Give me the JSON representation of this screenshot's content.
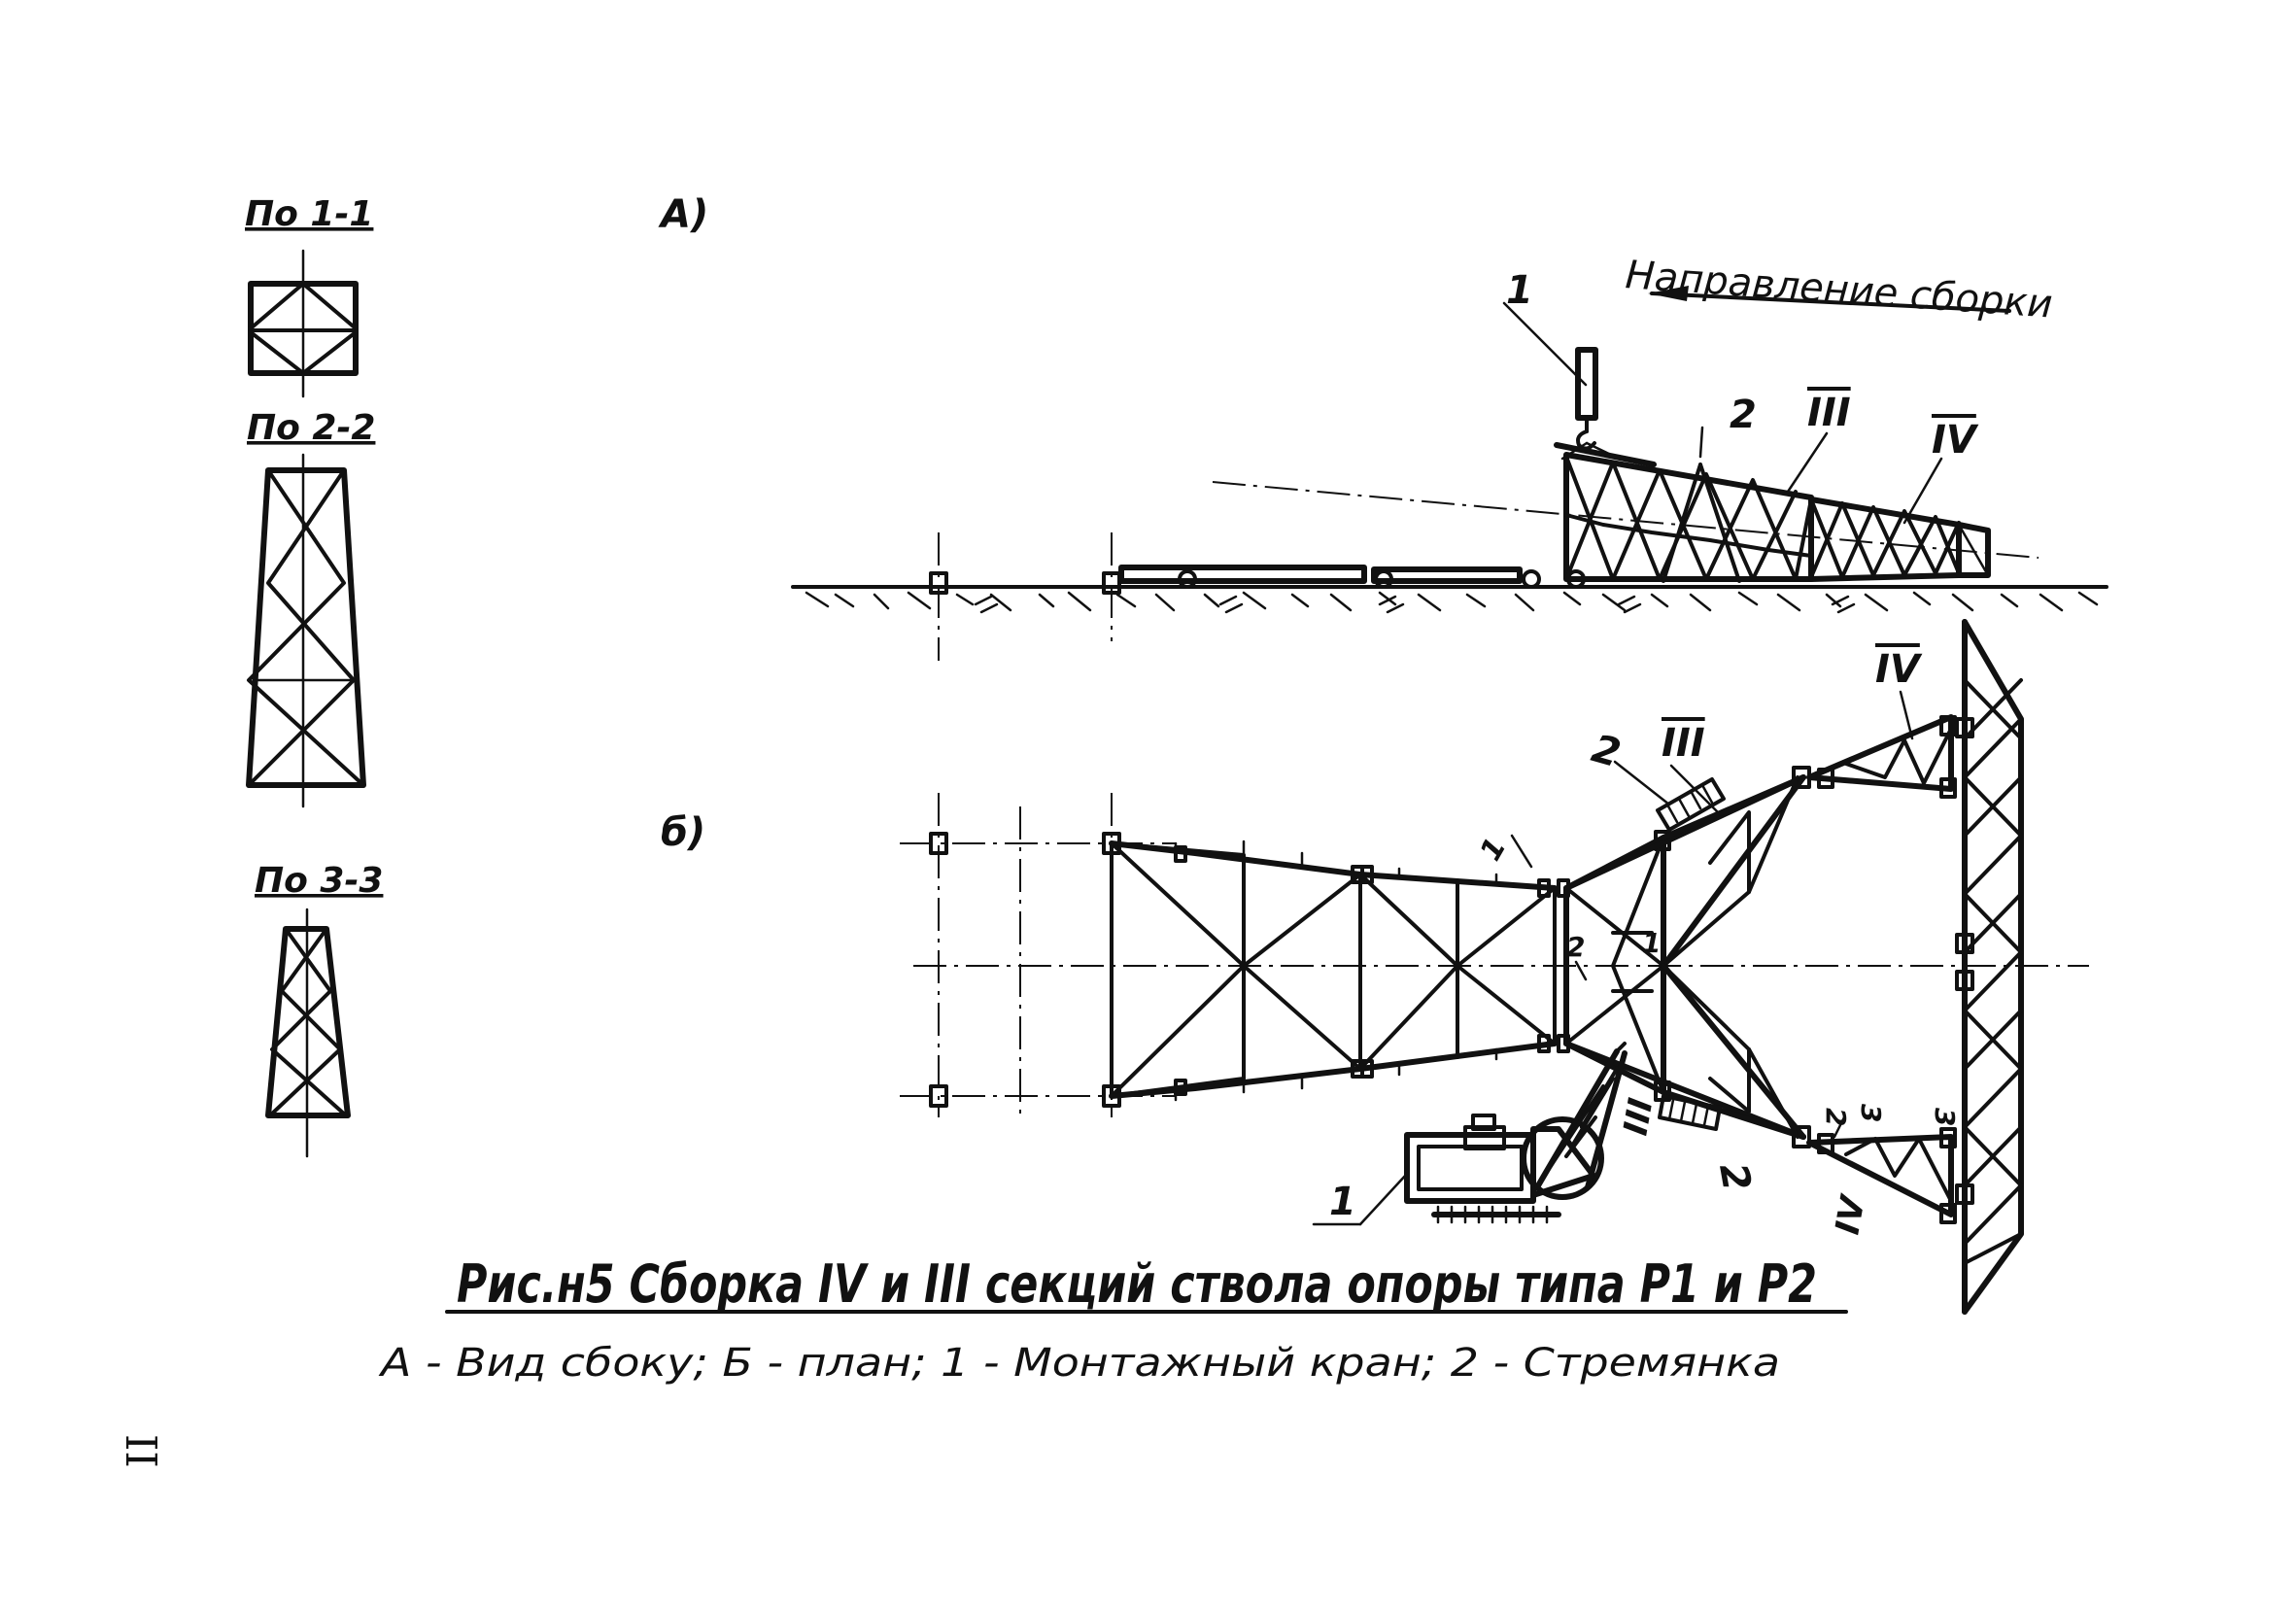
{
  "figure": {
    "section_labels": {
      "s1": "По 1-1",
      "s2": "По 2-2",
      "s3": "По 3-3"
    },
    "view_labels": {
      "side": "А)",
      "plan": "б)"
    },
    "direction_label": "Направление сборки",
    "callouts": {
      "crane": "1",
      "ladder": "2",
      "section_three": "III",
      "section_four": "IV",
      "cut_one": "1",
      "cut_two": "2",
      "cut_three": "3"
    },
    "caption": "Рис.н5 Сборка IV и III секций ствола опоры типа Р1 и Р2",
    "subcaption": "А - Вид сбоку; Б - план; 1 - Монтажный кран; 2 - Стремянка",
    "page_number": "II"
  }
}
